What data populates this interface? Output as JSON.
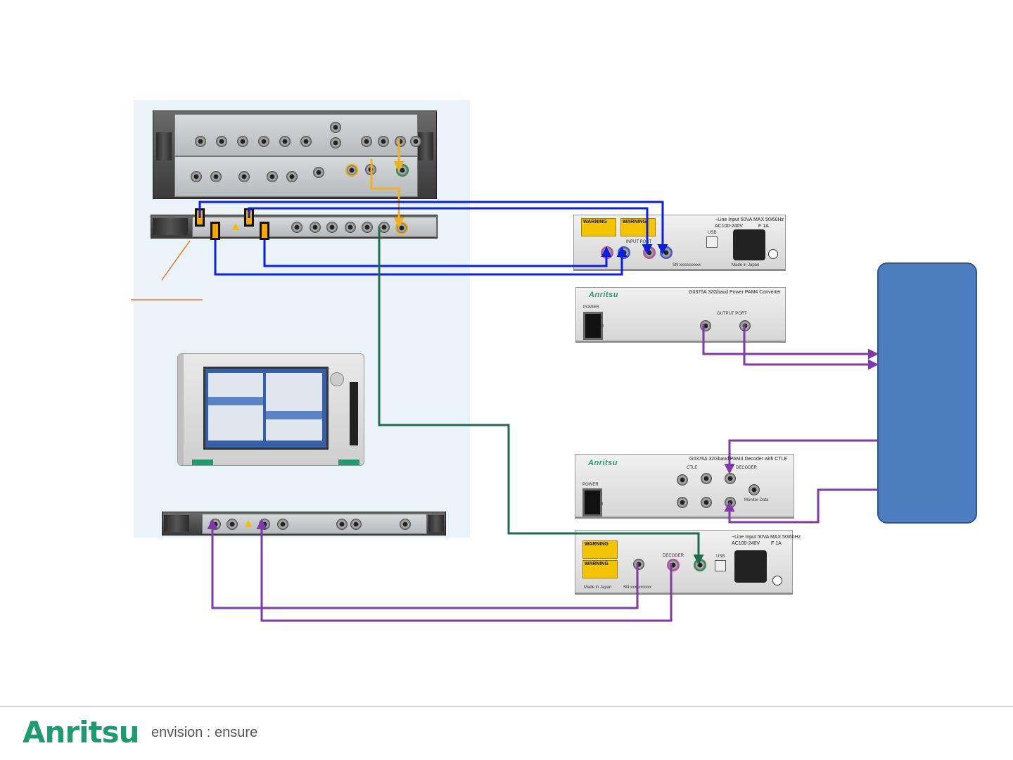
{
  "colors": {
    "blue_cable": "#0a1fe0",
    "purple_cable": "#7e3aa6",
    "green_cable": "#1f6b4e",
    "yellow_cable": "#f0b020",
    "orange_line": "#e07a20",
    "dut_fill": "#4d7ebf",
    "panel_bg": "#eaf4f8",
    "brand_green": "#1f9a6e"
  },
  "footer": {
    "logo": "Anritsu",
    "tagline": "envision : ensure"
  },
  "converter_rear": {
    "warning1": "WARNING",
    "warning2": "WARNING",
    "line_input": "~Line Input 50VA MAX 50/60Hz",
    "ac_rating": "AC100-240V",
    "fuse": "F 1A",
    "usb": "USB",
    "input_port": "INPUT PORT",
    "serial": "SN:xxxxxxxxxx",
    "made_in": "Made in Japan"
  },
  "converter_front": {
    "brand": "Anritsu",
    "title": "G0375A 32Gbaud Power PAM4 Converter",
    "power": "POWER",
    "on": "I",
    "off": "0",
    "output_port": "OUTPUT PORT"
  },
  "decoder_front": {
    "brand": "Anritsu",
    "title": "G0376A 32Gbaud PAM4 Decoder with CTLE",
    "power": "POWER",
    "on": "I",
    "off": "0",
    "ctle": "CTLE",
    "decoder": "DECODER",
    "monitor": "Monitor Data"
  },
  "decoder_rear": {
    "warning1": "WARNING",
    "warning2": "WARNING",
    "line_input": "~Line Input 50VA MAX 50/60Hz",
    "ac_rating": "AC100-240V",
    "fuse": "F 1A",
    "usb": "USB",
    "decoder": "DECODER",
    "made_in": "Made in Japan",
    "serial": "SN:xxxxxxxxxx"
  }
}
